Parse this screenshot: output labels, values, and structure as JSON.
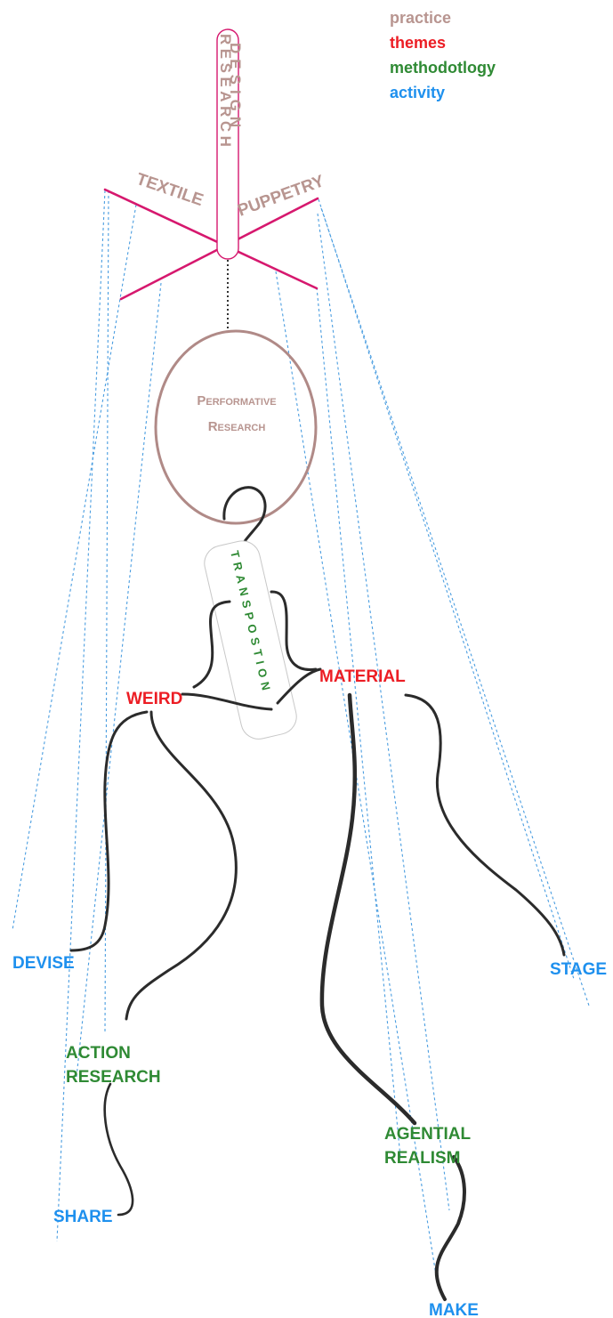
{
  "legend": [
    {
      "label": "practice",
      "color": "#b89590"
    },
    {
      "label": "themes",
      "color": "#ec1d24"
    },
    {
      "label": "methodotlogy",
      "color": "#2f8a34"
    },
    {
      "label": "activity",
      "color": "#1e90ee"
    }
  ],
  "practice": {
    "research": "RESEARCH",
    "design": "DESIGN",
    "textile": "TEXTILE",
    "puppetry": "PUPPETRY",
    "performative_line1": "Performative",
    "performative_line2": "Research"
  },
  "methodology": {
    "transposition": "TRANSPOSTION",
    "action_line1": "ACTION",
    "action_line2": "RESEARCH",
    "agential_line1": "AGENTIAL",
    "agential_line2": "REALISM"
  },
  "themes": {
    "weird": "WEIRD",
    "material": "MATERIAL"
  },
  "activities": {
    "devise": "DEVISE",
    "share": "SHARE",
    "stage": "STAGE",
    "make": "MAKE"
  },
  "colors": {
    "practice": "#b89590",
    "themes": "#ec1d24",
    "methodology": "#2f8a34",
    "activity": "#1e90ee",
    "cross": "#d6186e",
    "string": "#4a9de0",
    "wire": "#2b2b2b"
  }
}
